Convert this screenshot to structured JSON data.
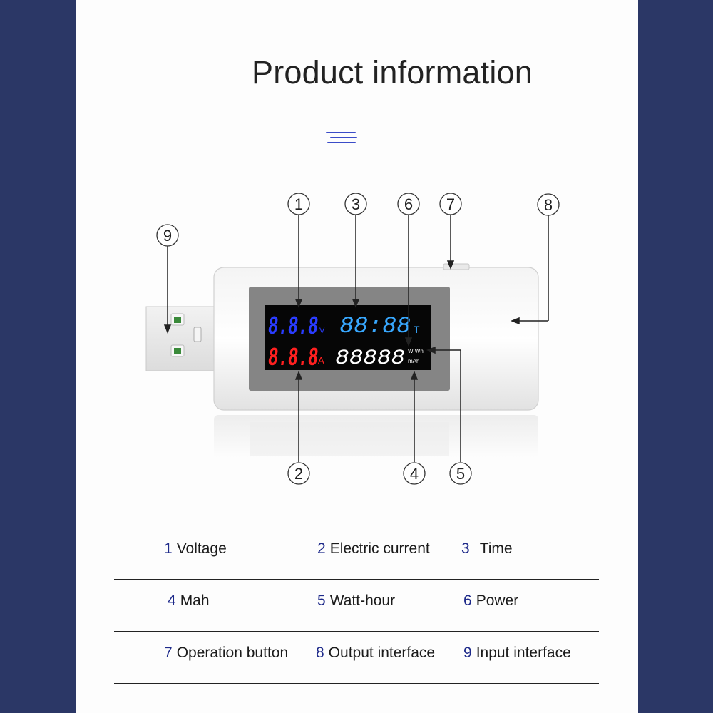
{
  "page": {
    "title": "Product information",
    "accent_color": "#2b3766",
    "deco_color": "#3b4cc8"
  },
  "device": {
    "voltage_reading": "8.8.8",
    "voltage_unit": "V",
    "current_reading": "8.8.8",
    "current_unit": "A",
    "time_reading": "88:88",
    "time_unit": "T",
    "energy_reading": "88888",
    "energy_unit_top": "W Wh",
    "energy_unit_bottom": "mAh",
    "voltage_color": "#2a3cff",
    "current_color": "#ff2020",
    "time_color": "#38a8ff",
    "energy_color": "#ffffff"
  },
  "callouts": [
    "1",
    "2",
    "3",
    "4",
    "5",
    "6",
    "7",
    "8",
    "9"
  ],
  "legend": [
    [
      {
        "num": "1",
        "label": "Voltage"
      },
      {
        "num": "2",
        "label": "Electric current"
      },
      {
        "num": "3",
        "label": "Time"
      }
    ],
    [
      {
        "num": "4",
        "label": "Mah"
      },
      {
        "num": "5",
        "label": "Watt-hour"
      },
      {
        "num": "6",
        "label": "Power"
      }
    ],
    [
      {
        "num": "7",
        "label": "Operation button"
      },
      {
        "num": "8",
        "label": "Output interface"
      },
      {
        "num": "9",
        "label": "Input interface"
      }
    ]
  ]
}
